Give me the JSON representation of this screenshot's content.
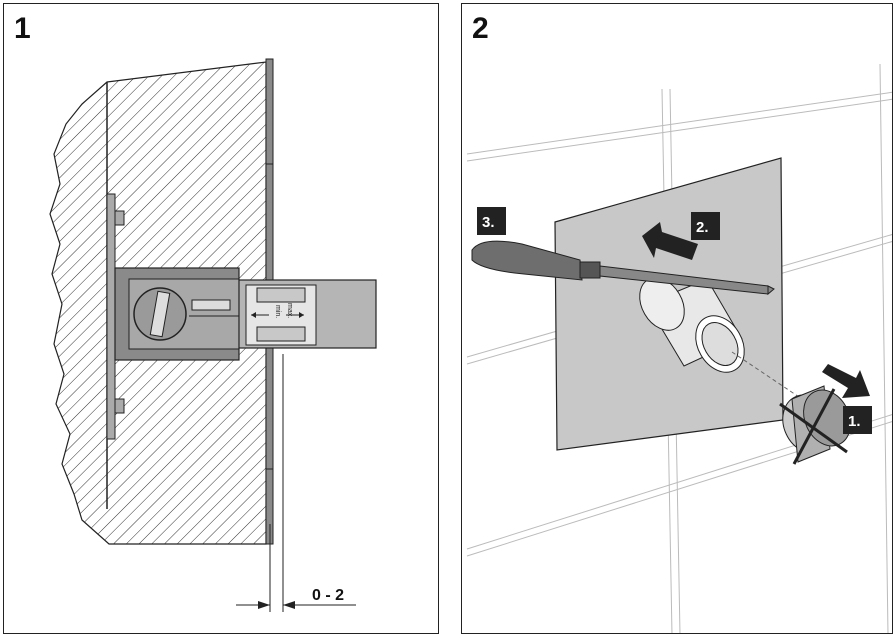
{
  "panels": [
    {
      "number": "1",
      "dimension_label": "0 - 2",
      "slider_min": "min.",
      "slider_max": "max."
    },
    {
      "number": "2",
      "steps": [
        "1.",
        "2.",
        "3."
      ]
    }
  ]
}
